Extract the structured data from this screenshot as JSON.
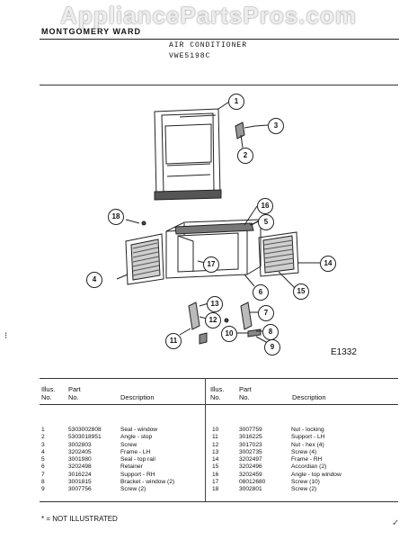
{
  "watermark": "AppliancePartsPros.com",
  "brand": "MONTGOMERY WARD",
  "product": "AIR CONDITIONER",
  "model": "VWE5198C",
  "diagram_code": "E1332",
  "callouts": [
    "1",
    "2",
    "3",
    "4",
    "5",
    "6",
    "7",
    "8",
    "9",
    "10",
    "11",
    "12",
    "13",
    "14",
    "15",
    "16",
    "17",
    "18"
  ],
  "table": {
    "headers": {
      "illus": "Illus.",
      "no": "No.",
      "part": "Part",
      "desc": "Description"
    },
    "left": [
      {
        "illus": "1",
        "part": "5303002808",
        "desc": "Seal - window"
      },
      {
        "illus": "2",
        "part": "5303018951",
        "desc": "Angle - stop"
      },
      {
        "illus": "3",
        "part": "3002803",
        "desc": "Screw"
      },
      {
        "illus": "4",
        "part": "3202405",
        "desc": "Frame - LH"
      },
      {
        "illus": "5",
        "part": "3001980",
        "desc": "Seal - top rail"
      },
      {
        "illus": "6",
        "part": "3202498",
        "desc": "Retainer"
      },
      {
        "illus": "7",
        "part": "3016224",
        "desc": "Support - RH"
      },
      {
        "illus": "8",
        "part": "3001815",
        "desc": "Bracket - window (2)"
      },
      {
        "illus": "9",
        "part": "3007756",
        "desc": "Screw (2)"
      }
    ],
    "right": [
      {
        "illus": "10",
        "part": "3007759",
        "desc": "Nut - locking"
      },
      {
        "illus": "11",
        "part": "3016225",
        "desc": "Support - LH"
      },
      {
        "illus": "12",
        "part": "3017023",
        "desc": "Nut - hex (4)"
      },
      {
        "illus": "13",
        "part": "3002735",
        "desc": "Screw (4)"
      },
      {
        "illus": "14",
        "part": "3202497",
        "desc": "Frame - RH"
      },
      {
        "illus": "15",
        "part": "3202496",
        "desc": "Accordian (2)"
      },
      {
        "illus": "16",
        "part": "3202459",
        "desc": "Angle - top window"
      },
      {
        "illus": "17",
        "part": "08012680",
        "desc": "Screw (10)"
      },
      {
        "illus": "18",
        "part": "3002801",
        "desc": "Screw (2)"
      }
    ]
  },
  "footnote": "* = NOT ILLUSTRATED"
}
